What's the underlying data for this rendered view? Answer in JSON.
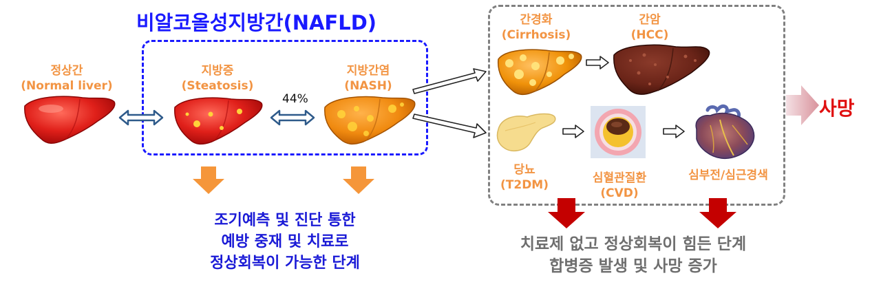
{
  "title": "비알코올성지방간(NAFLD)",
  "stages": {
    "normal": {
      "label_ko": "정상간",
      "label_en": "(Normal liver)"
    },
    "steatosis": {
      "label_ko": "지방증",
      "label_en": "(Steatosis)"
    },
    "nash": {
      "label_ko": "지방간염",
      "label_en": "(NASH)"
    },
    "cirrhosis": {
      "label_ko": "간경화",
      "label_en": "(Cirrhosis)"
    },
    "hcc": {
      "label_ko": "간암",
      "label_en": "(HCC)"
    },
    "t2dm": {
      "label_ko": "당뇨",
      "label_en": "(T2DM)"
    },
    "cvd": {
      "label_ko": "심혈관질환",
      "label_en": "(CVD)"
    },
    "heart_failure": {
      "label_ko": "심부전/심근경색"
    }
  },
  "progression_rate": "44%",
  "outcome": "사망",
  "early_stage_note": [
    "조기예측 및 진단 통한",
    "예방 중재 및 치료로",
    "정상회복이 가능한 단계"
  ],
  "late_stage_note": [
    "치료제 없고 정상회복이 힘든 단계",
    "합병증 발생 및 사망 증가"
  ],
  "colors": {
    "title_blue": "#1a1aff",
    "label_orange": "#f29443",
    "note_blue": "#1a1ad6",
    "note_gray": "#6e6e6e",
    "death_red": "#e01010",
    "down_arrow_orange": "#f5963a",
    "down_arrow_red": "#c40000",
    "double_arrow_blue": "#2e5a8a"
  },
  "icons": [
    "normal-liver-icon",
    "steatosis-liver-icon",
    "nash-liver-icon",
    "cirrhosis-liver-icon",
    "hcc-liver-icon",
    "pancreas-icon",
    "artery-cross-section-icon",
    "heart-icon"
  ]
}
